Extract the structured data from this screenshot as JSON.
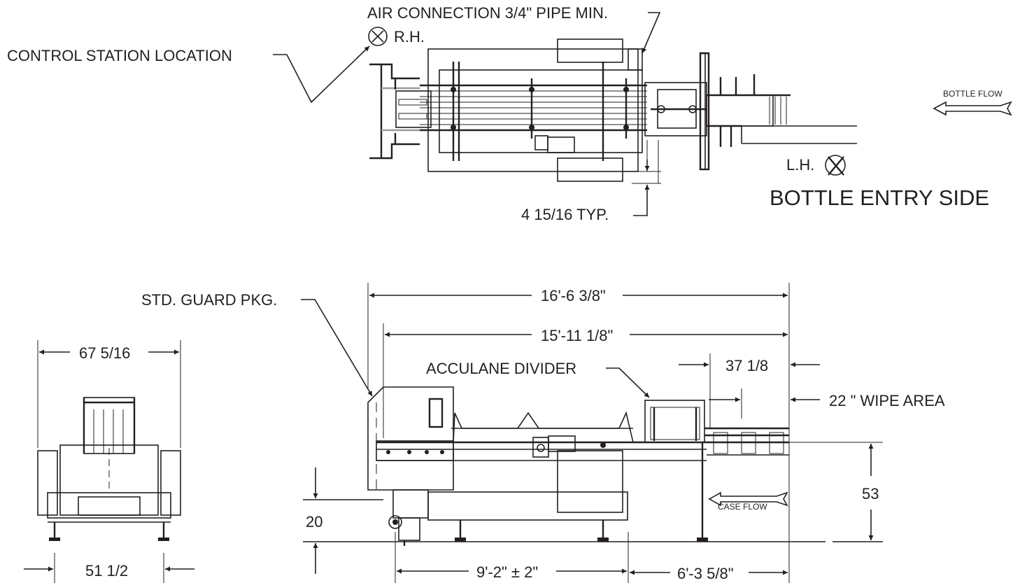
{
  "top_view": {
    "air_connection": "AIR CONNECTION 3/4\" PIPE MIN.",
    "rh": "R.H.",
    "control_station": "CONTROL STATION LOCATION",
    "bottle_flow": "BOTTLE FLOW",
    "lh": "L.H.",
    "bottle_entry_side": "BOTTLE ENTRY SIDE",
    "typ_dim": "4 15/16 TYP."
  },
  "side_view": {
    "guard": "STD. GUARD PKG.",
    "overall_length": "16'-6 3/8\"",
    "frame_length": "15'-11 1/8\"",
    "divider": "ACCULANE DIVIDER",
    "dim_37": "37 1/8",
    "wipe_area": "22 \" WIPE AREA",
    "height_53": "53",
    "height_20": "20",
    "case_flow": "CASE FLOW",
    "dim_9ft": "9'-2\" ± 2\"",
    "dim_6ft": "6'-3 5/8\""
  },
  "end_view": {
    "width_top": "67 5/16",
    "width_bottom": "51 1/2"
  },
  "colors": {
    "line": "#231f20",
    "background": "#ffffff",
    "accent_gray": "#9a9a9a"
  }
}
